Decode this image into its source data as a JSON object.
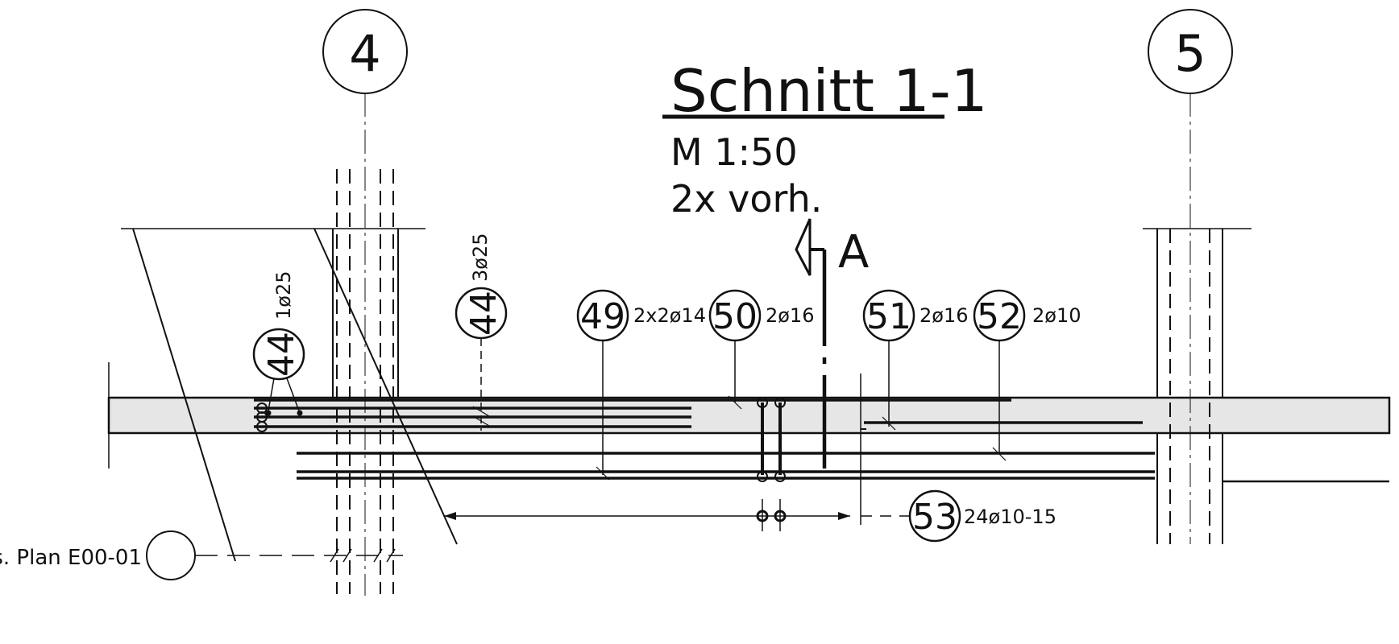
{
  "title": "Schnitt 1-1",
  "scale": "M 1:50",
  "note": "2x vorh.",
  "section_marker": "A",
  "axes": [
    "4",
    "5"
  ],
  "reference": "s. Plan E00-01",
  "bar_marks": [
    {
      "pos": "44",
      "spec": "1ø25"
    },
    {
      "pos": "44",
      "spec": "3ø25"
    },
    {
      "pos": "49",
      "spec": "2x2ø14"
    },
    {
      "pos": "50",
      "spec": "2ø16"
    },
    {
      "pos": "51",
      "spec": "2ø16"
    },
    {
      "pos": "52",
      "spec": "2ø10"
    },
    {
      "pos": "53",
      "spec": "24ø10-15"
    }
  ],
  "colors": {
    "line": "#111111",
    "slab_fill": "#e6e6e6",
    "background": "#ffffff"
  }
}
